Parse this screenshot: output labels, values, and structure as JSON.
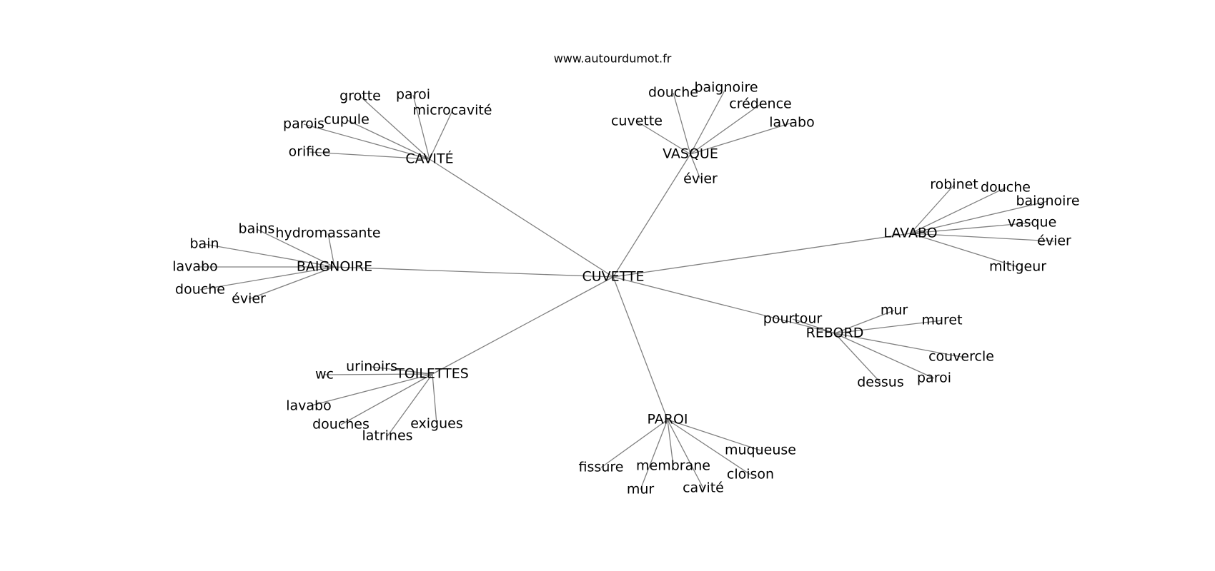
{
  "site": "www.autourdumot.fr",
  "center": "CUVETTE",
  "clusters": [
    {
      "hub": "CAVITÉ",
      "leaves": [
        "grotte",
        "paroi",
        "microcavité",
        "parois",
        "cupule",
        "orifice"
      ]
    },
    {
      "hub": "VASQUE",
      "leaves": [
        "douche",
        "baignoire",
        "crédence",
        "cuvette",
        "lavabo",
        "évier"
      ]
    },
    {
      "hub": "LAVABO",
      "leaves": [
        "robinet",
        "douche",
        "baignoire",
        "vasque",
        "évier",
        "mitigeur"
      ]
    },
    {
      "hub": "BAIGNOIRE",
      "leaves": [
        "bains",
        "hydromassante",
        "bain",
        "lavabo",
        "douche",
        "évier"
      ]
    },
    {
      "hub": "REBORD",
      "leaves": [
        "mur",
        "muret",
        "pourtour",
        "couvercle",
        "dessus",
        "paroi"
      ]
    },
    {
      "hub": "TOILETTES",
      "leaves": [
        "urinoirs",
        "wc",
        "lavabo",
        "douches",
        "latrines",
        "exigues"
      ]
    },
    {
      "hub": "PAROI",
      "leaves": [
        "muqueuse",
        "membrane",
        "cloison",
        "fissure",
        "mur",
        "cavité"
      ]
    }
  ]
}
